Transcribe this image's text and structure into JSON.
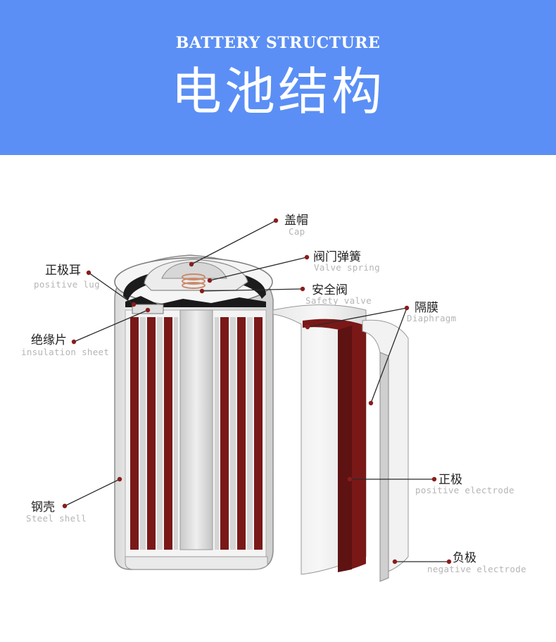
{
  "header": {
    "title_en": "BATTERY STRUCTURE",
    "title_cn": "电池结构",
    "background_color": "#5b8ff5"
  },
  "labels": {
    "cap": {
      "cn": "盖帽",
      "en": "Cap"
    },
    "valve_spring": {
      "cn": "阀门弹簧",
      "en": "Valve spring"
    },
    "safety_valve": {
      "cn": "安全阀",
      "en": "Safety valve"
    },
    "positive_lug": {
      "cn": "正极耳",
      "en": "positive lug"
    },
    "insulation_sheet": {
      "cn": "绝缘片",
      "en": "insulation sheet"
    },
    "diaphragm": {
      "cn": "隔膜",
      "en": "Diaphragm"
    },
    "positive_electrode": {
      "cn": "正极",
      "en": "positive electrode"
    },
    "steel_shell": {
      "cn": "钢壳",
      "en": "Steel shell"
    },
    "negative_electrode": {
      "cn": "负极",
      "en": "negative electrode"
    }
  },
  "colors": {
    "electrode_red": "#7a1818",
    "leader_dot": "#8a1c1c",
    "shell_grey": "#e6e6e6"
  }
}
